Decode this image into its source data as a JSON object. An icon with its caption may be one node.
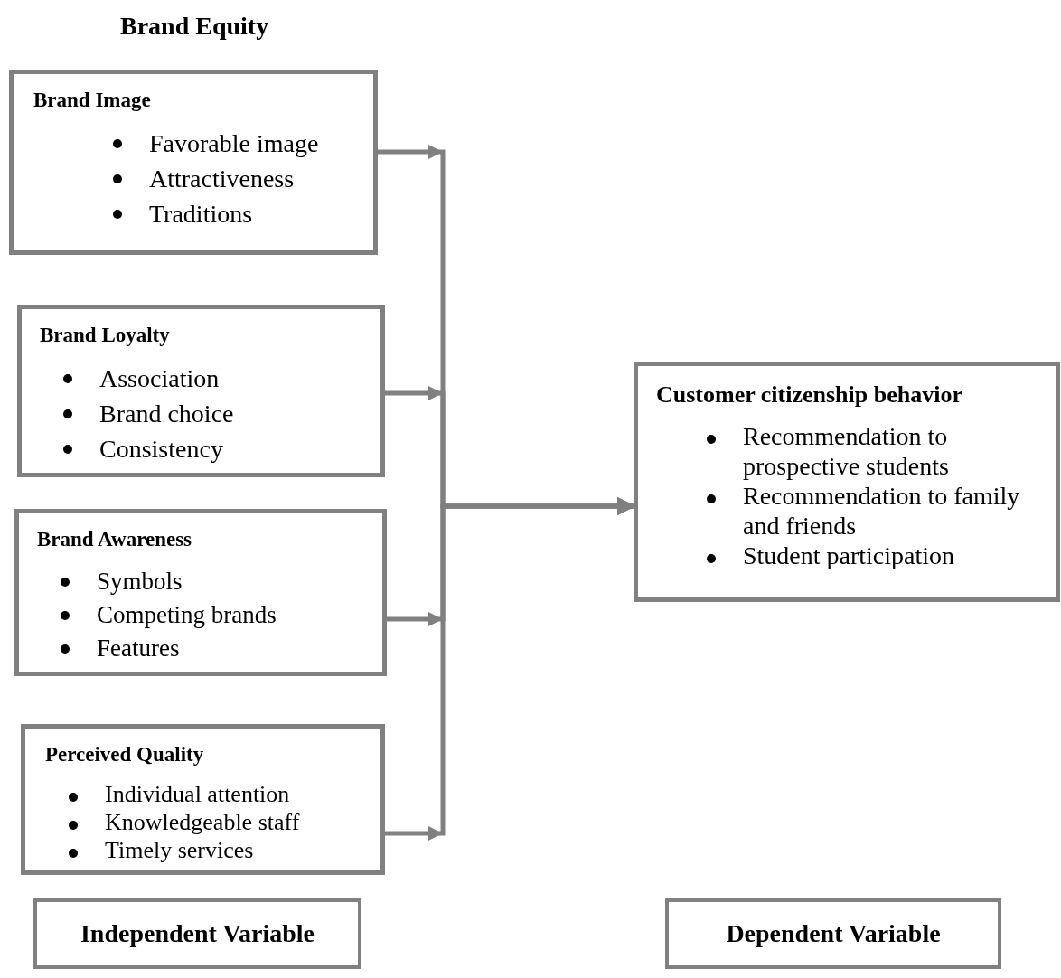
{
  "diagram": {
    "title": "Brand Equity",
    "nodes": [
      {
        "text": [
          "Brand Image",
          "Favorable image",
          "Attractiveness",
          "Traditions"
        ]
      },
      {
        "text": [
          "Brand Loyalty",
          "Association",
          "Brand choice",
          "Consistency"
        ]
      },
      {
        "text": [
          "Brand Awareness",
          "Symbols",
          "Competing brands",
          "Features"
        ]
      },
      {
        "text": [
          "Perceived Quality",
          "Individual attention",
          "Knowledgeable staff",
          "Timely services"
        ]
      },
      {
        "text": [
          "Customer citizenship behavior",
          "Recommendation to prospective students",
          "Recommendation to family and friends",
          "Student participation"
        ]
      },
      {
        "text": [
          "Independent Variable"
        ]
      },
      {
        "text": [
          "Dependent Variable"
        ]
      }
    ],
    "edges": [
      {
        "from": 0,
        "to": 4,
        "arrow": "to"
      },
      {
        "from": 1,
        "to": 4,
        "arrow": "to"
      },
      {
        "from": 2,
        "to": 4,
        "arrow": "to"
      },
      {
        "from": 3,
        "to": 4,
        "arrow": "to"
      }
    ]
  }
}
